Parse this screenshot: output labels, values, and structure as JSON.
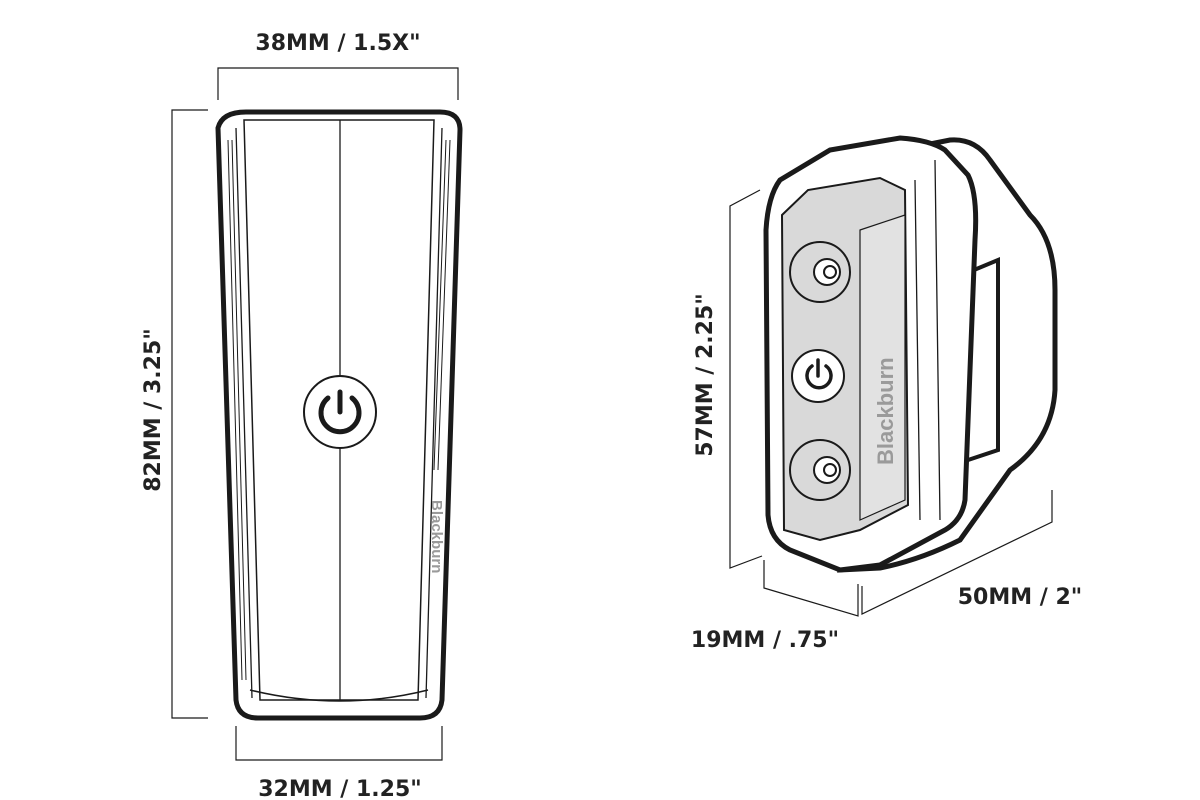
{
  "front_view": {
    "width_top_label": "38MM / 1.5X\"",
    "height_label": "82MM / 3.25\"",
    "width_bottom_label": "32MM / 1.25\"",
    "brand_logo": "Blackburn"
  },
  "side_view": {
    "height_label": "57MM / 2.25\"",
    "depth_label": "19MM / .75\"",
    "width_label": "50MM / 2\"",
    "brand_logo": "Blackburn"
  },
  "colors": {
    "line": "#1a1a1a",
    "panel": "#d9d9d9",
    "label": "#222222"
  }
}
